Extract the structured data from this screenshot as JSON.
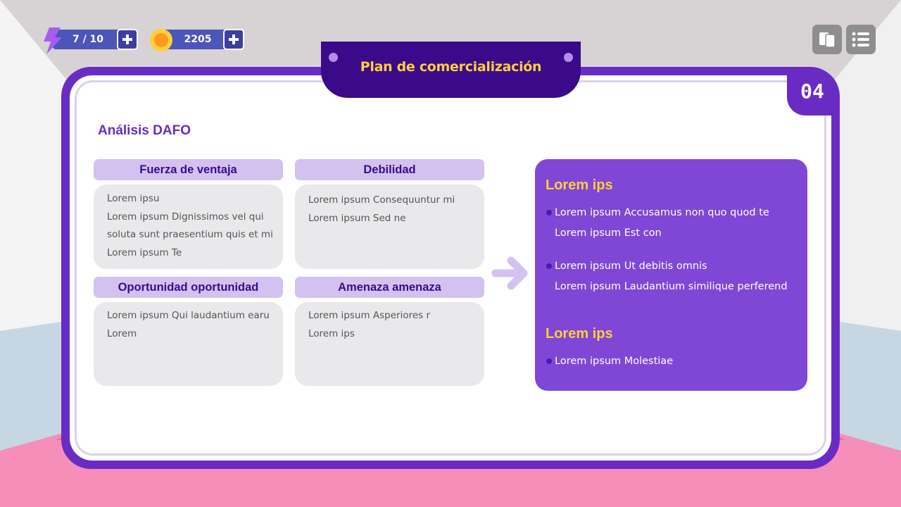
{
  "hud": {
    "energy": "7 / 10",
    "coins": "2205"
  },
  "slide": {
    "title": "Plan de comercialización",
    "number": "04",
    "section_title": "Análisis DAFO"
  },
  "swot": [
    {
      "heading": "Fuerza de ventaja",
      "lines": [
        "Lorem ipsu",
        "Lorem ipsum Dignissimos vel qui",
        "soluta sunt praesentium quis et mi",
        "Lorem ipsum Te"
      ]
    },
    {
      "heading": "Debilidad",
      "lines": [
        "Lorem ipsum Consequuntur mi",
        "Lorem ipsum Sed ne"
      ]
    },
    {
      "heading": "Oportunidad oportunidad",
      "lines": [
        "Lorem ipsum Qui laudantium earu",
        "Lorem"
      ]
    },
    {
      "heading": "Amenaza amenaza",
      "lines": [
        "Lorem ipsum Asperiores r",
        "Lorem ips"
      ]
    }
  ],
  "panel": {
    "heading1": "Lorem ips",
    "item1_line1": "Lorem ipsum Accusamus non quo quod te",
    "item1_line2": "Lorem ipsum Est con",
    "item2_line1": "Lorem ipsum Ut debitis omnis",
    "item2_line2": "Lorem ipsum Laudantium similique perferend",
    "heading2": "Lorem ips",
    "item3_line1": "Lorem ipsum Molestiae"
  },
  "colors": {
    "purple": "#6a2bc4",
    "dark_purple": "#3a0a8a",
    "accent_yellow": "#ffcf3c",
    "panel": "#8046d6",
    "lavender": "#d3c2f0"
  },
  "icons": [
    "lightning-icon",
    "plus-icon",
    "coin-icon",
    "cards-icon",
    "menu-list-icon",
    "arrow-right-icon"
  ]
}
